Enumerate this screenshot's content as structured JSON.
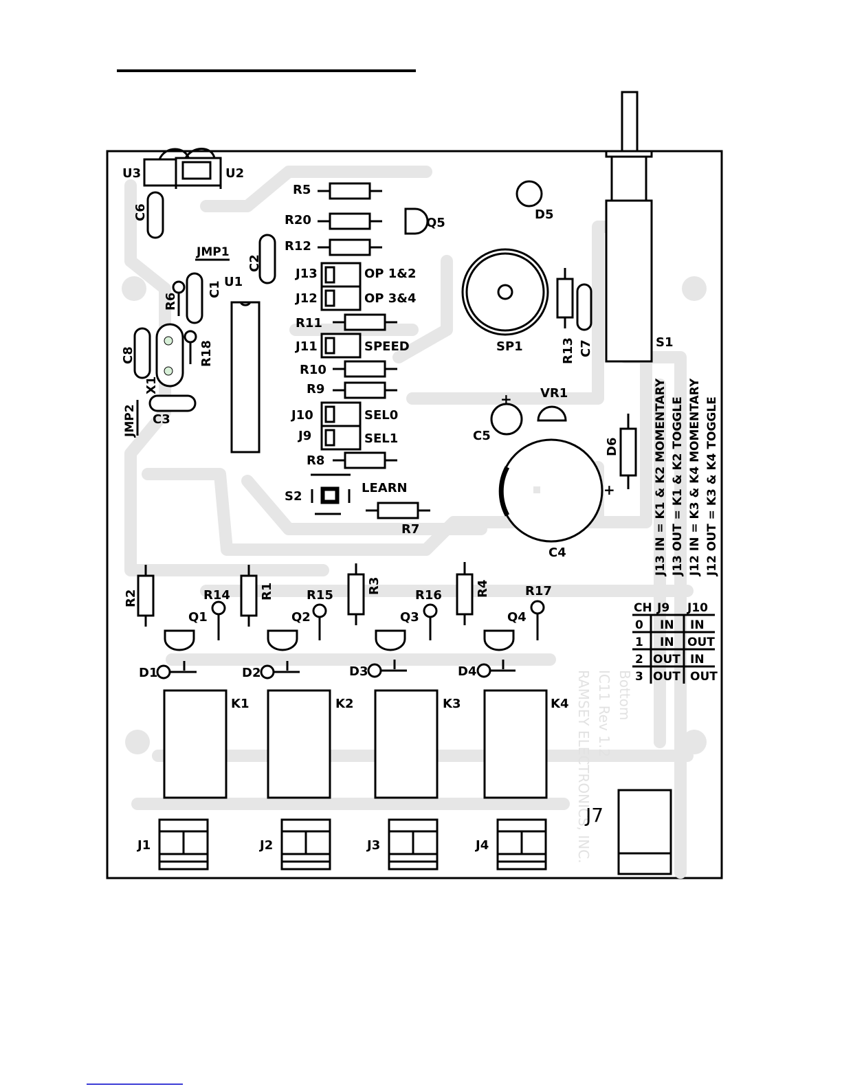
{
  "labels": {
    "U3": "U3",
    "U2": "U2",
    "C6": "C6",
    "JMP1": "JMP1",
    "C2": "C2",
    "U1": "U1",
    "R6": "R6",
    "C1": "C1",
    "C8": "C8",
    "R18": "R18",
    "X1": "X1",
    "C3": "C3",
    "JMP2": "JMP2",
    "R5": "R5",
    "R20": "R20",
    "R12": "R12",
    "Q5": "Q5",
    "D5": "D5",
    "J13": "J13",
    "J12": "J12",
    "OP12": "OP 1&2",
    "OP34": "OP 3&4",
    "R11": "R11",
    "J11": "J11",
    "SPEED": "SPEED",
    "R10": "R10",
    "R9": "R9",
    "J10": "J10",
    "J9": "J9",
    "SEL0": "SEL0",
    "SEL1": "SEL1",
    "R8": "R8",
    "S2": "S2",
    "LEARN": "LEARN",
    "R7": "R7",
    "SP1": "SP1",
    "R13": "R13",
    "C7": "C7",
    "S1": "S1",
    "VR1": "VR1",
    "C5": "C5",
    "D6": "D6",
    "C4": "C4",
    "plus": "+",
    "R2": "R2",
    "R14": "R14",
    "R1": "R1",
    "R15": "R15",
    "R3": "R3",
    "R16": "R16",
    "R4": "R4",
    "R17": "R17",
    "Q1": "Q1",
    "Q2": "Q2",
    "Q3": "Q3",
    "Q4": "Q4",
    "D1": "D1",
    "D2": "D2",
    "D3": "D3",
    "D4": "D4",
    "K1": "K1",
    "K2": "K2",
    "K3": "K3",
    "K4": "K4",
    "J1": "J1",
    "J2": "J2",
    "J3": "J3",
    "J4": "J4",
    "J7": "J7"
  },
  "notes": [
    "J13 IN = K1 & K2 MOMENTARY",
    "J13 OUT = K1 & K2 TOGGLE",
    "J12 IN = K3 & K4 MOMENTARY",
    "J12 OUT = K3 & K4 TOGGLE"
  ],
  "channel_table": {
    "headers": [
      "CH",
      "J9",
      "J10"
    ],
    "rows": [
      [
        "0",
        "IN",
        "IN"
      ],
      [
        "1",
        "IN",
        "OUT"
      ],
      [
        "2",
        "OUT",
        "IN"
      ],
      [
        "3",
        "OUT",
        "OUT"
      ]
    ]
  },
  "bottom_watermark": [
    "Bottom",
    "IC11 Rev 1.2",
    "RAMSEY ELECTRONICS, INC."
  ]
}
